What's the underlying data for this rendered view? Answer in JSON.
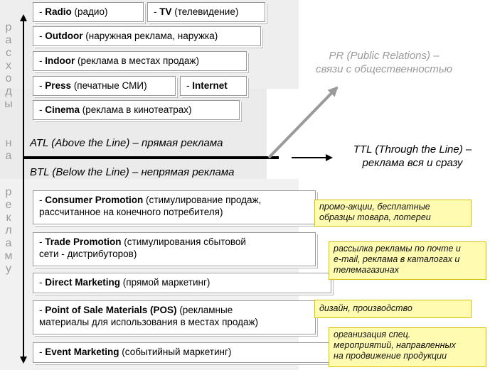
{
  "side_label": {
    "word1": [
      "р",
      "а",
      "с",
      "х",
      "о",
      "д",
      "ы"
    ],
    "word2": [
      "н",
      "а"
    ],
    "word3": [
      "р",
      "е",
      "к",
      "л",
      "а",
      "м",
      "у"
    ]
  },
  "atl": {
    "items": [
      {
        "term": "Radio",
        "desc": "(радио)"
      },
      {
        "term": "TV",
        "desc": "(телевидение)"
      },
      {
        "term": "Outdoor",
        "desc": "(наружная реклама, наружка)"
      },
      {
        "term": "Indoor",
        "desc": "(реклама в местах продаж)"
      },
      {
        "term": "Press",
        "desc": "(печатные СМИ)"
      },
      {
        "term": "Internet",
        "desc": ""
      },
      {
        "term": "Cinema",
        "desc": "(реклама в кинотеатрах)"
      }
    ],
    "label": "ATL (Above the Line) – прямая реклама"
  },
  "btl": {
    "label": "BTL (Below the Line) – непрямая реклама",
    "items": [
      {
        "term": "Consumer Promotion",
        "desc1": "(стимулирование продаж,",
        "desc2": "рассчитанное на конечного потребителя)"
      },
      {
        "term": "Trade Promotion",
        "desc1": "(стимулирования сбытовой",
        "desc2": "сети - дистрибуторов)"
      },
      {
        "term": "Direct Marketing",
        "desc1": "(прямой маркетинг)",
        "desc2": ""
      },
      {
        "term": "Point of Sale Materials (POS)",
        "desc1": "(рекламные",
        "desc2": "материалы для использования в местах продаж)"
      },
      {
        "term": "Event Marketing",
        "desc1": "(событийный маркетинг)",
        "desc2": ""
      }
    ]
  },
  "pr": {
    "line1": "PR (Public Relations) –",
    "line2": "связи с общественностью"
  },
  "ttl": {
    "line1": "TTL (Through the Line) –",
    "line2": "реклама вся и сразу"
  },
  "notes": [
    {
      "line1": "промо-акции, бесплатные",
      "line2": "образцы товара, лотереи",
      "line3": ""
    },
    {
      "line1": "рассылка рекламы по почте и",
      "line2": "e-mail, реклама в каталогах и",
      "line3": "телемагазинах"
    },
    {
      "line1": "дизайн, производство",
      "line2": "",
      "line3": ""
    },
    {
      "line1": "организация спец.",
      "line2": "мероприятий, направленных",
      "line3": "на продвижение продукции"
    }
  ],
  "prefix": "- "
}
